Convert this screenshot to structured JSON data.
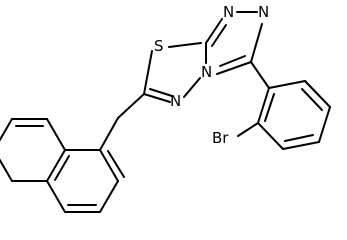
{
  "molecule": {
    "atoms": {
      "sulfur": "S",
      "nitrogen_top_left": "N",
      "nitrogen_top_right": "N",
      "nitrogen_bridge": "N",
      "nitrogen_lower": "N",
      "bromine": "Br"
    }
  }
}
